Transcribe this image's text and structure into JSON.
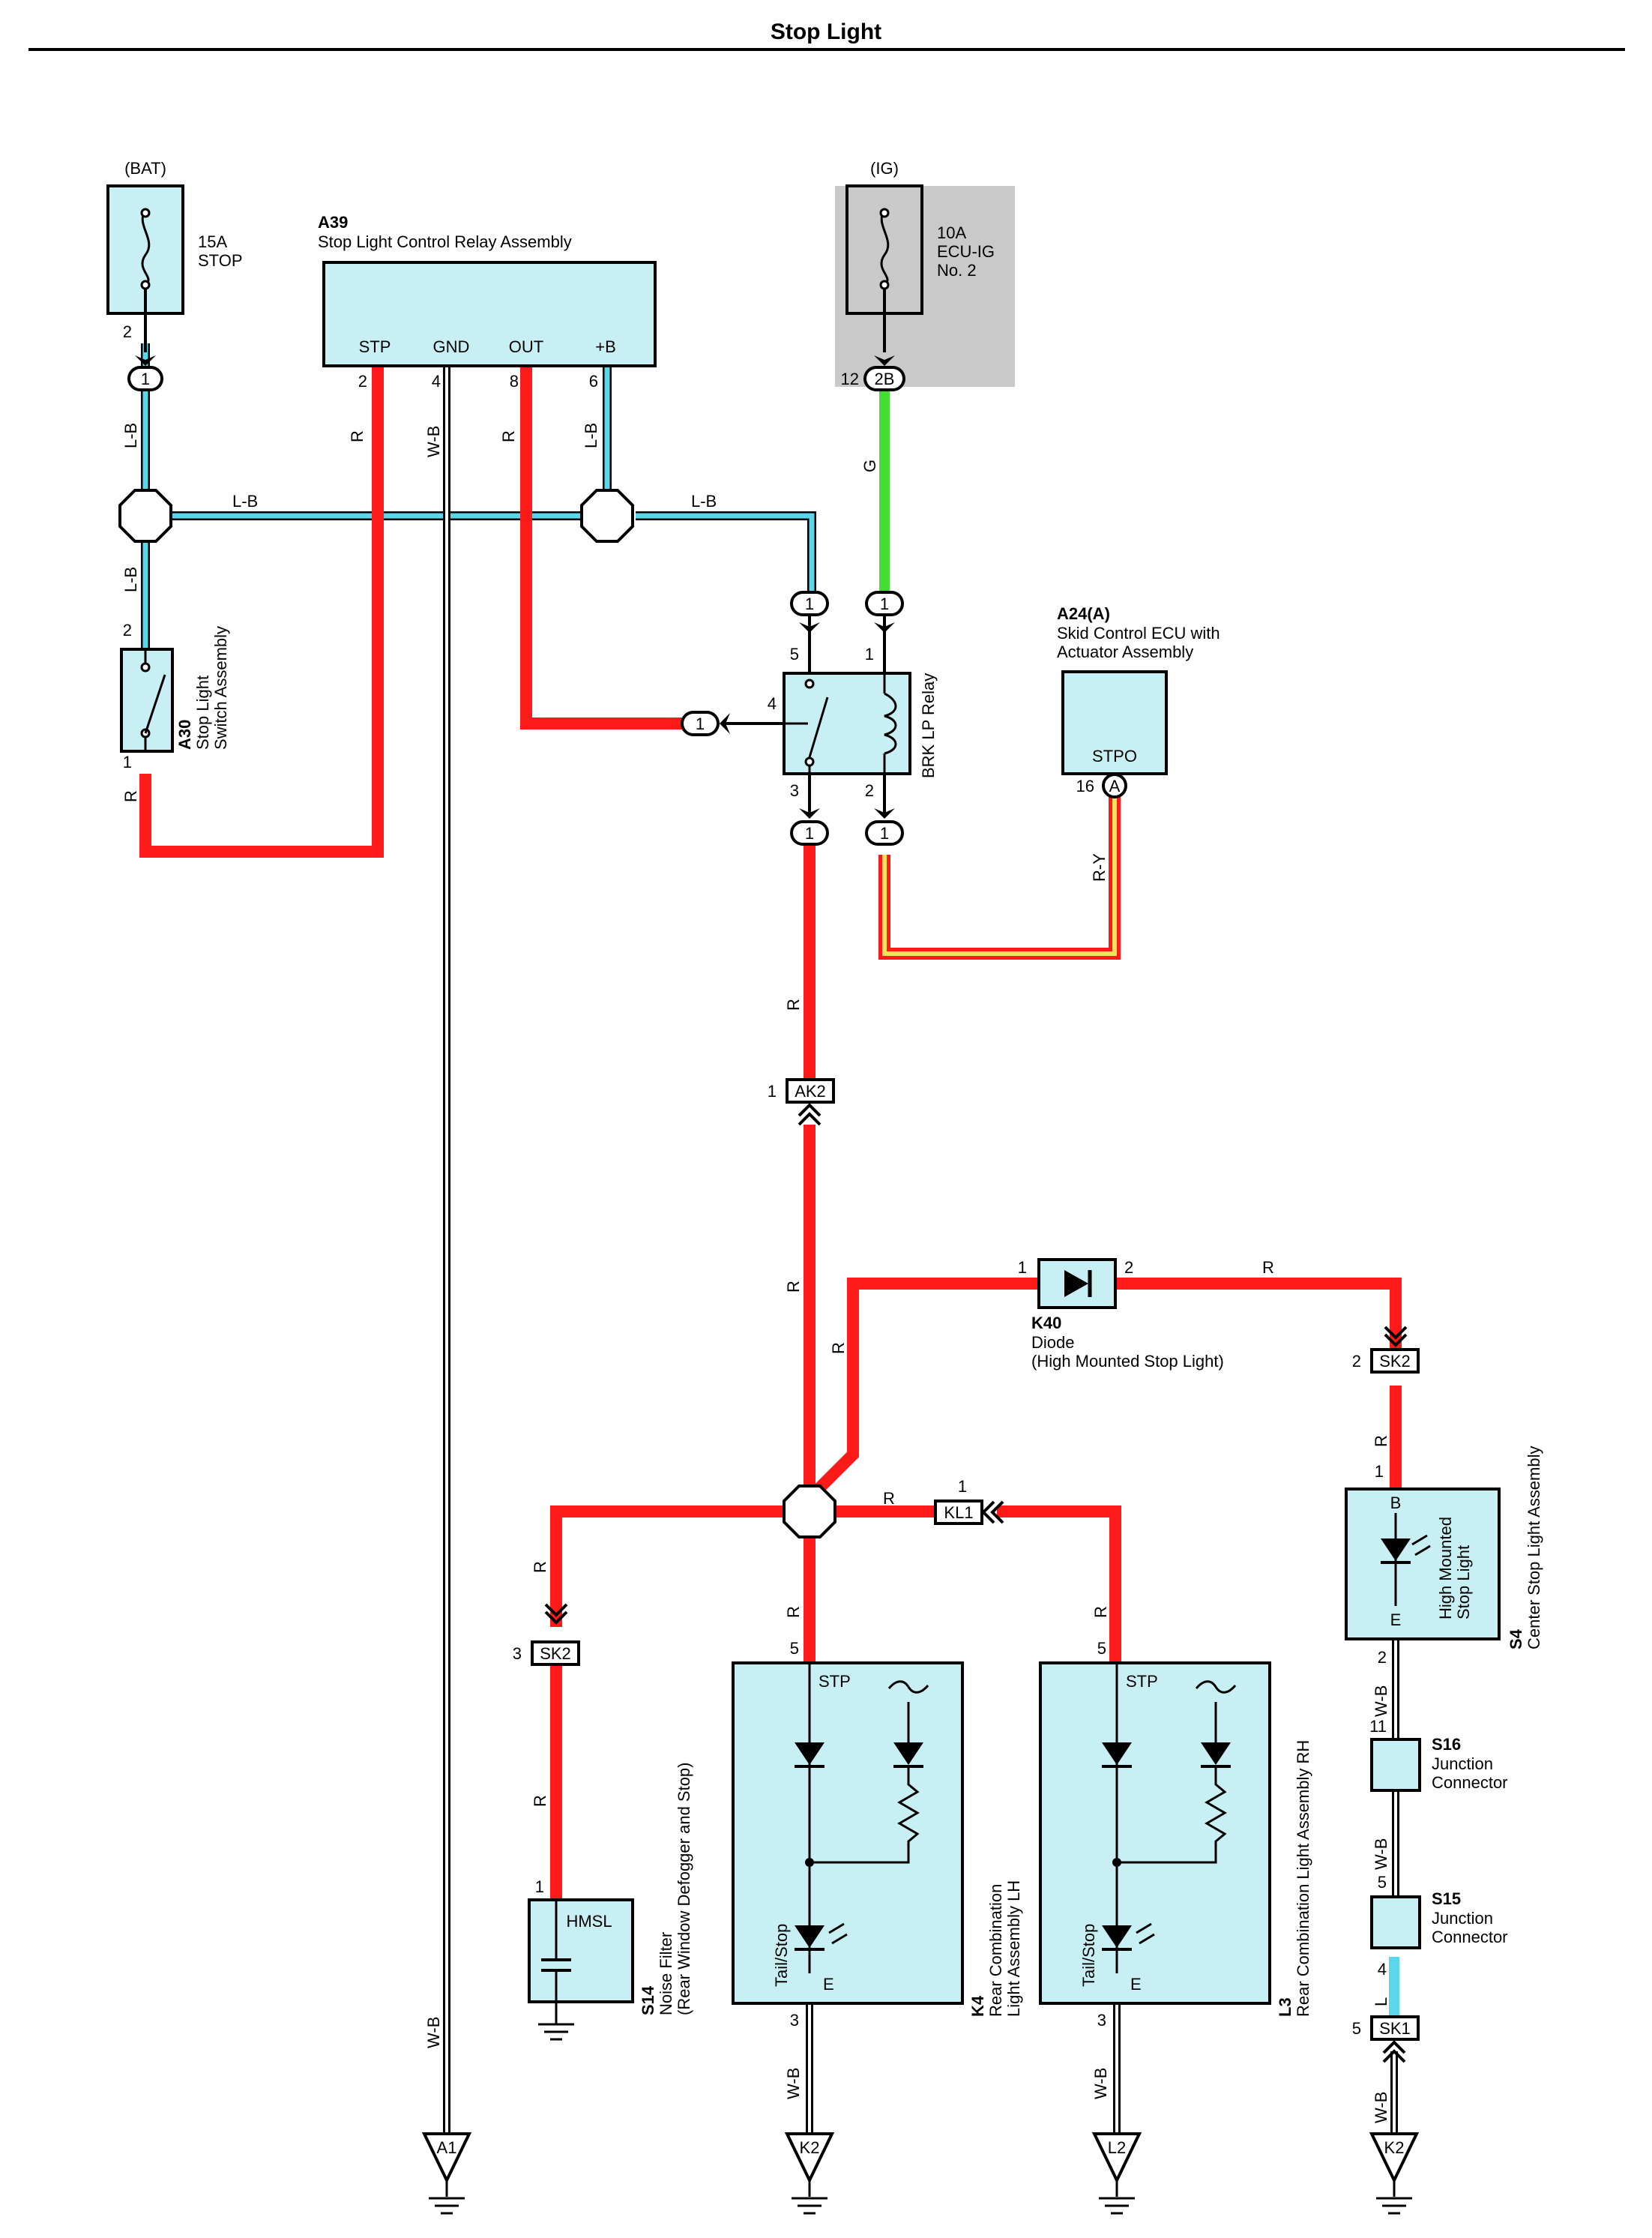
{
  "title": "Stop Light",
  "power": {
    "bat": "(BAT)",
    "ig": "(IG)"
  },
  "fuse_stop": {
    "rating": "15A",
    "name": "STOP"
  },
  "fuse_ecu": {
    "rating": "10A",
    "name": "ECU-IG",
    "name2": "No. 2"
  },
  "a39": {
    "code": "A39",
    "name": "Stop Light Control Relay Assembly",
    "pins": [
      "STP",
      "GND",
      "OUT",
      "+B"
    ],
    "pin_nums": [
      "2",
      "4",
      "8",
      "6"
    ]
  },
  "a30": {
    "code": "A30",
    "name1": "Stop Light",
    "name2": "Switch Assembly"
  },
  "relay": {
    "name": "BRK LP Relay"
  },
  "a24": {
    "code": "A24(A)",
    "name1": "Skid Control ECU with",
    "name2": "Actuator Assembly",
    "pin_label": "STPO",
    "pin_num": "16",
    "conn": "A"
  },
  "k40": {
    "code": "K40",
    "name1": "Diode",
    "name2": "(High Mounted Stop Light)"
  },
  "s4": {
    "code": "S4",
    "name": "Center Stop Light Assembly",
    "lamp1": "High Mounted",
    "lamp2": "Stop Light",
    "pin_b": "B",
    "pin_e": "E"
  },
  "s16": {
    "code": "S16",
    "name1": "Junction",
    "name2": "Connector"
  },
  "s15": {
    "code": "S15",
    "name1": "Junction",
    "name2": "Connector"
  },
  "s14": {
    "code": "S14",
    "name1": "Noise Filter",
    "name2": "(Rear Window Defogger and Stop)",
    "label": "HMSL"
  },
  "k4": {
    "code": "K4",
    "name1": "Rear Combination",
    "name2": "Light Assembly LH",
    "stp": "STP",
    "tail": "Tail/Stop",
    "e": "E"
  },
  "l3": {
    "code": "L3",
    "name": "Rear Combination Light Assembly RH",
    "stp": "STP",
    "tail": "Tail/Stop",
    "e": "E"
  },
  "connectors": {
    "c1": "1",
    "c2b": "2B",
    "ak2": "AK2",
    "sk2": "SK2",
    "kl1": "KL1",
    "sk1": "SK1"
  },
  "grounds": [
    "A1",
    "K2",
    "L2",
    "K2"
  ],
  "wires": {
    "lb": "L-B",
    "r": "R",
    "wb": "W-B",
    "g": "G",
    "ry": "R-Y",
    "l": "L"
  },
  "pins": {
    "p1": "1",
    "p2": "2",
    "p3": "3",
    "p4": "4",
    "p5": "5",
    "p11": "11",
    "p12": "12"
  },
  "colors": {
    "red": "#ff1a1a",
    "lightblue": "#5ad7ea",
    "green": "#44dd33",
    "yellow": "#f5e35a",
    "box": "#c8f0f4",
    "ig_shade": "#c9c9c9"
  }
}
